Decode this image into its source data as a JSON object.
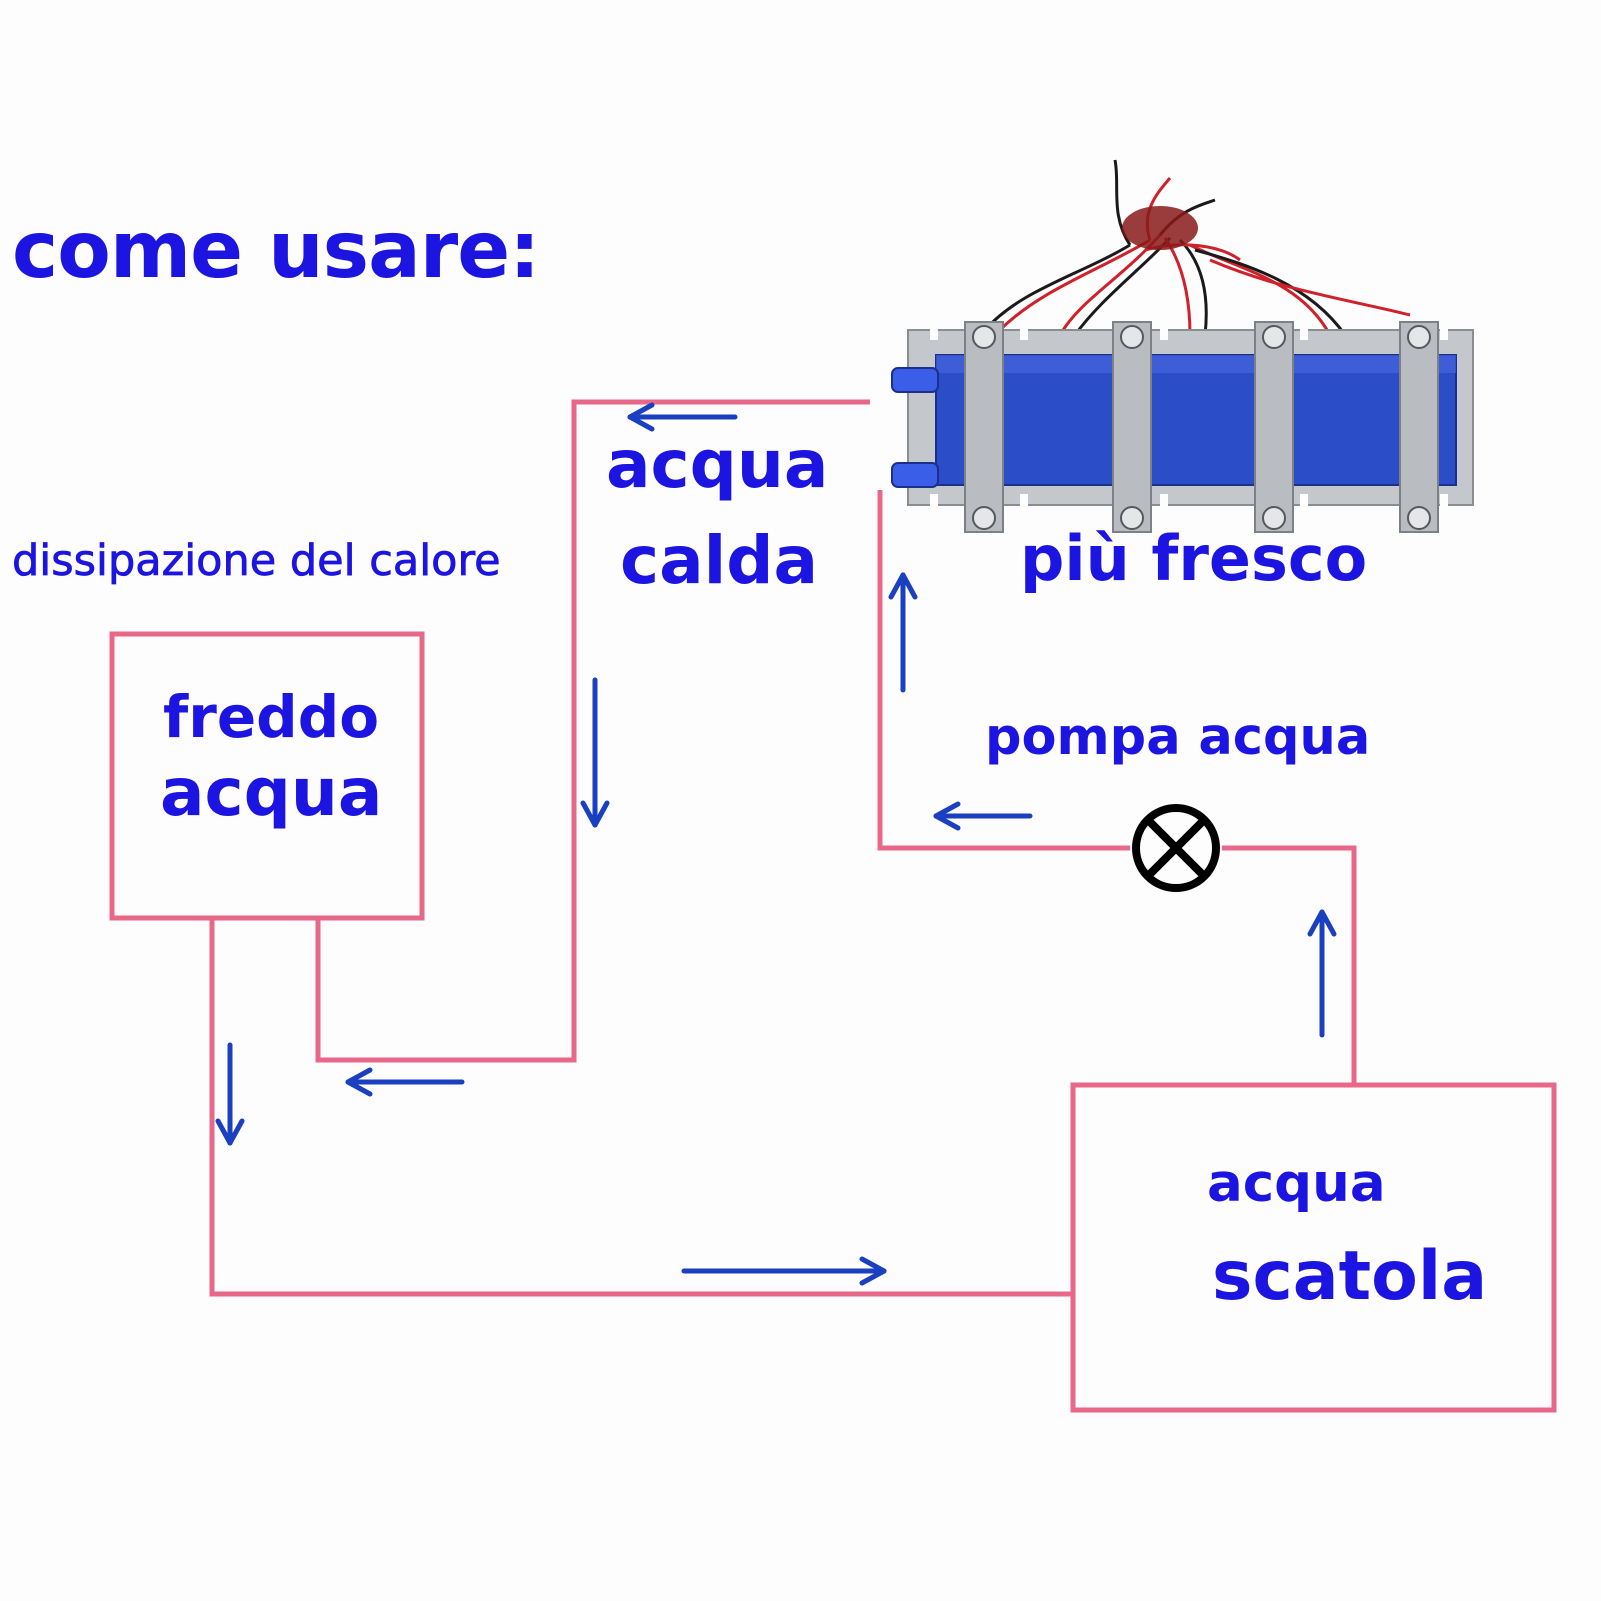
{
  "title": "come usare:",
  "labels": {
    "heat_dissipation": "dissipazione del calore",
    "hot_water_line1": "acqua",
    "hot_water_line2": "calda",
    "cooler": "più fresco",
    "water_pump": "pompa acqua",
    "cold_water_line1": "freddo",
    "cold_water_line2": "acqua",
    "water_box_line1": "acqua",
    "water_box_line2": "scatola"
  },
  "colors": {
    "label_text": "#1c14e0",
    "pipe": "#e8688a",
    "flow_arrow": "#1a3fc0",
    "module_blue": "#2c4dc8",
    "module_metal": "#c4c8cc",
    "wire_red": "#d0202a",
    "wire_black": "#1a1a1a",
    "pump_symbol": "#000000"
  },
  "icons": {
    "pump": "circle-cross-pump-symbol",
    "cooling_module": "peltier-water-cooling-block",
    "flow": "direction-arrow"
  }
}
